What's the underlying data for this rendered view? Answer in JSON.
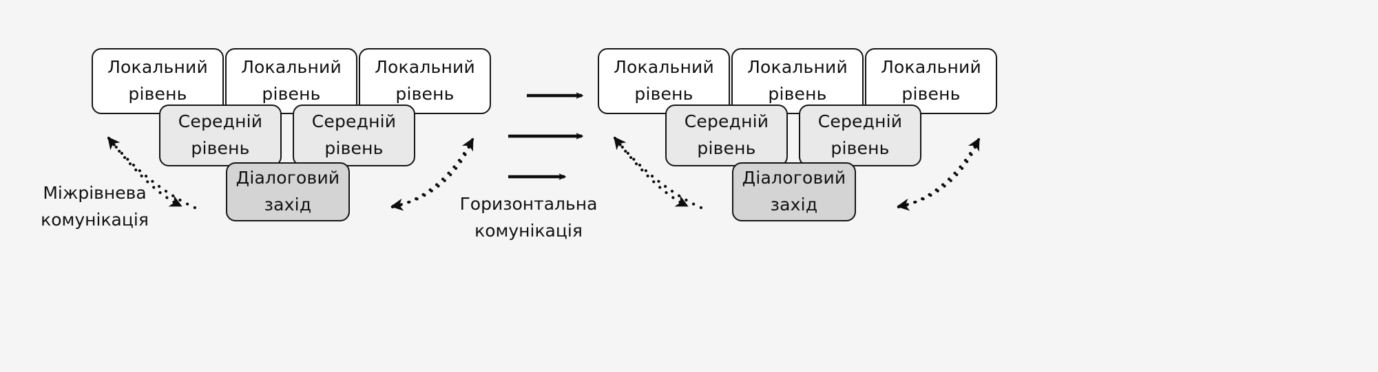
{
  "diagram": {
    "title": "Mizhrivneva ta horyzontalna komunikatsiia",
    "background_color": "#f5f5f5",
    "colors": {
      "local_level_fill": "#ffffff",
      "middle_level_fill": "#e9e9e9",
      "dialog_fill": "#d4d4d4",
      "stroke": "#141414",
      "text": "#111111"
    },
    "labels": {
      "local_level_line1": "Локальний",
      "local_level_line2": "рівень",
      "middle_level_line1": "Середній",
      "middle_level_line2": "рівень",
      "dialog_line1": "Діалоговий",
      "dialog_line2": "захід"
    },
    "captions": {
      "interlevel_line1": "Міжрівнева",
      "interlevel_line2": "комунікація",
      "horizontal_line1": "Горизонтальна",
      "horizontal_line2": "комунікація"
    },
    "clusters": [
      {
        "id": "left-cluster",
        "local_nodes": [
          {
            "id": "left-local-1",
            "label_line1": "Локальний",
            "label_line2": "рівень"
          },
          {
            "id": "left-local-2",
            "label_line1": "Локальний",
            "label_line2": "рівень"
          },
          {
            "id": "left-local-3",
            "label_line1": "Локальний",
            "label_line2": "рівень"
          }
        ],
        "middle_nodes": [
          {
            "id": "left-middle-1",
            "label_line1": "Середній",
            "label_line2": "рівень"
          },
          {
            "id": "left-middle-2",
            "label_line1": "Середній",
            "label_line2": "рівень"
          }
        ],
        "dialog_node": {
          "id": "left-dialog",
          "label_line1": "Діалоговий",
          "label_line2": "захід"
        }
      },
      {
        "id": "right-cluster",
        "local_nodes": [
          {
            "id": "right-local-1",
            "label_line1": "Локальний",
            "label_line2": "рівень"
          },
          {
            "id": "right-local-2",
            "label_line1": "Локальний",
            "label_line2": "рівень"
          },
          {
            "id": "right-local-3",
            "label_line1": "Локальний",
            "label_line2": "рівень"
          }
        ],
        "middle_nodes": [
          {
            "id": "right-middle-1",
            "label_line1": "Середній",
            "label_line2": "рівень"
          },
          {
            "id": "right-middle-2",
            "label_line1": "Середній",
            "label_line2": "рівень"
          }
        ],
        "dialog_node": {
          "id": "right-dialog",
          "label_line1": "Діалоговий",
          "label_line2": "захід"
        }
      }
    ],
    "connectors": {
      "horizontal_arrow_count": 3,
      "dotted_curve_count": 4,
      "horizontal_arrow_style": "solid-filled-arrowhead",
      "dotted_curve_style": "dotted-curved-arrow"
    }
  }
}
